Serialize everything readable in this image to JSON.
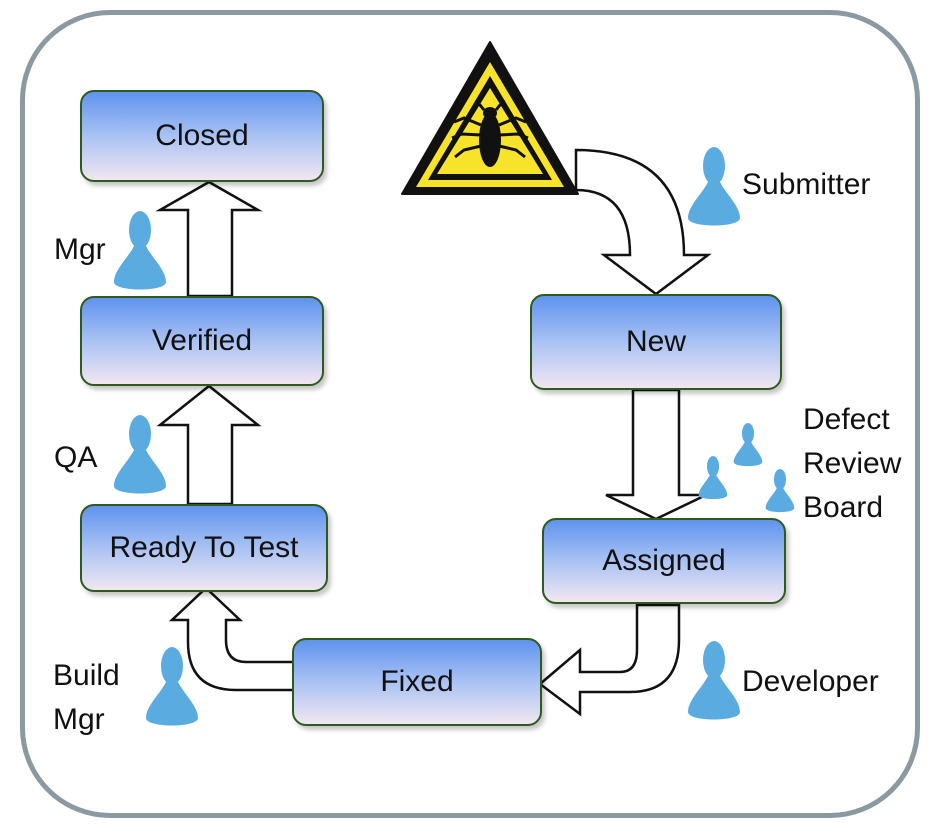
{
  "states": {
    "closed": "Closed",
    "verified": "Verified",
    "ready_to_test": "Ready To Test",
    "fixed": "Fixed",
    "assigned": "Assigned",
    "new": "New"
  },
  "roles": {
    "submitter": "Submitter",
    "defect_review_board": [
      "Defect",
      "Review",
      "Board"
    ],
    "developer": "Developer",
    "build_mgr": [
      "Build",
      "Mgr"
    ],
    "qa": "QA",
    "mgr": "Mgr"
  },
  "icons": {
    "bug_warning": "bug-warning-sign-icon",
    "person": "person-pawn-icon"
  },
  "colors": {
    "state_fill_top": "#5f93ee",
    "state_fill_bottom": "#f1e6f1",
    "state_border": "#2f5a1e",
    "person": "#5aace0",
    "warning_yellow": "#f7e32a",
    "frame": "#8a9aa0"
  }
}
